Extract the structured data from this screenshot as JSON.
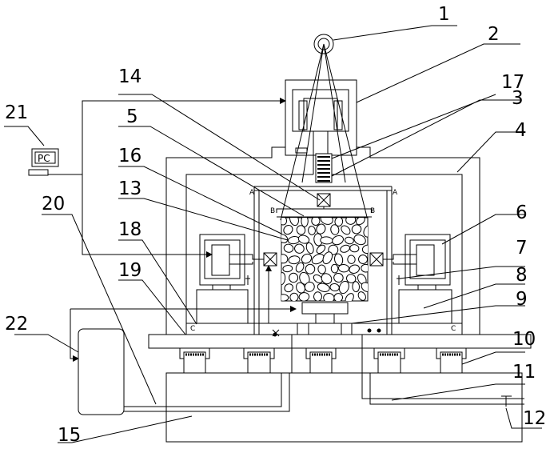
{
  "callouts": {
    "c1": "1",
    "c2": "2",
    "c3": "3",
    "c4": "4",
    "c5": "5",
    "c6": "6",
    "c7": "7",
    "c8": "8",
    "c9": "9",
    "c10": "10",
    "c11": "11",
    "c12": "12",
    "c13": "13",
    "c14": "14",
    "c15": "15",
    "c16": "16",
    "c17": "17",
    "c18": "18",
    "c19": "19",
    "c20": "20",
    "c21": "21",
    "c22": "22"
  },
  "markers": {
    "a_left": "A",
    "a_right": "A",
    "b_left": "B",
    "b_right": "B",
    "c_left": "C",
    "c_right": "C"
  },
  "computer": {
    "label": "PC"
  }
}
